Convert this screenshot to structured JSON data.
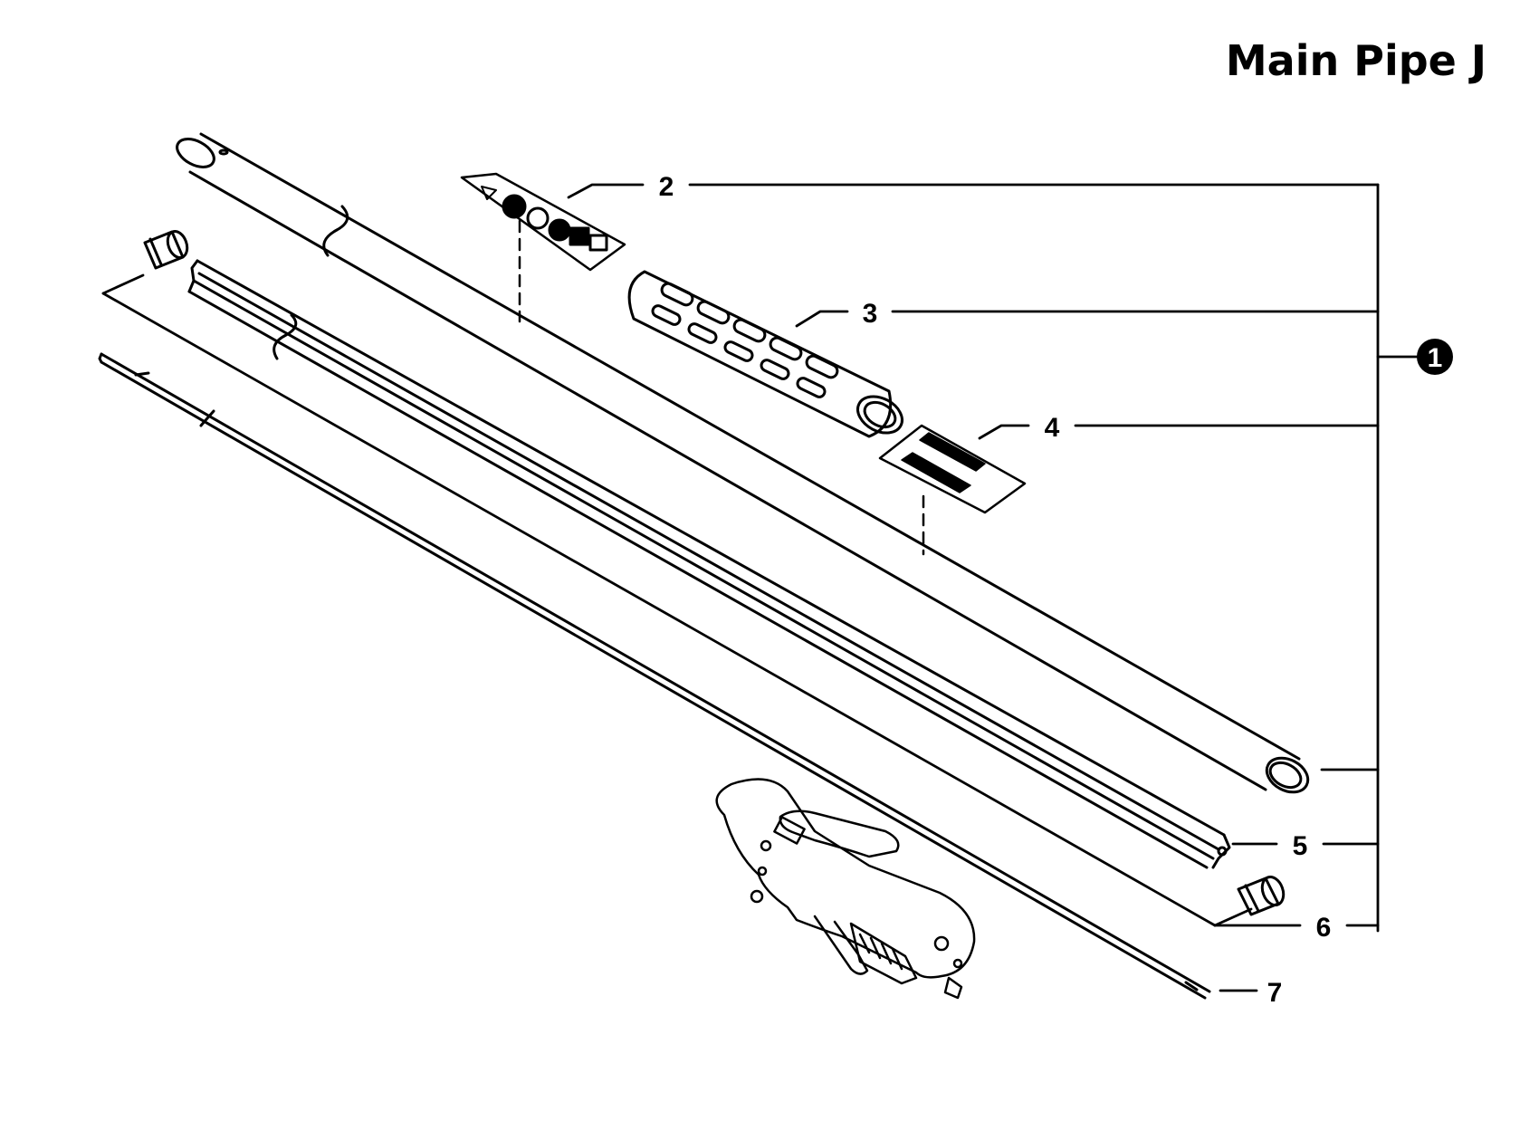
{
  "diagram": {
    "title": "Main Pipe J",
    "assembly_label": "1",
    "parts": [
      {
        "label": "2"
      },
      {
        "label": "3"
      },
      {
        "label": "4"
      },
      {
        "label": "5"
      },
      {
        "label": "6"
      },
      {
        "label": "7"
      }
    ],
    "colors": {
      "ink": "#000000",
      "background": "#ffffff"
    }
  }
}
